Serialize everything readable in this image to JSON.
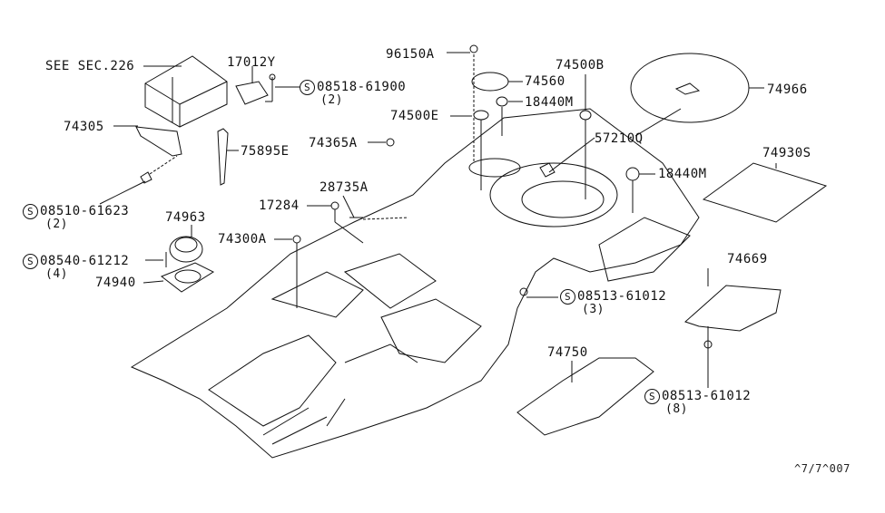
{
  "diagram": {
    "labels": {
      "see_sec": "SEE SEC.226",
      "p17012y": "17012Y",
      "p08518": "08518-61900",
      "p08518_qty": "(2)",
      "p74305": "74305",
      "p75895e": "75895E",
      "p74365a": "74365A",
      "p96150a": "96150A",
      "p74560": "74560",
      "p74500b": "74500B",
      "p18440m_a": "18440M",
      "p74500e": "74500E",
      "p74966": "74966",
      "p57210q": "57210Q",
      "p18440m_b": "18440M",
      "p74930s": "74930S",
      "p08510": "08510-61623",
      "p08510_qty": "(2)",
      "p74963": "74963",
      "p17284": "17284",
      "p28735a": "28735A",
      "p74300a": "74300A",
      "p08540": "08540-61212",
      "p08540_qty": "(4)",
      "p74940": "74940",
      "p74669": "74669",
      "p08513_a": "08513-61012",
      "p08513_a_qty": "(3)",
      "p74750": "74750",
      "p08513_b": "08513-61012",
      "p08513_b_qty": "(8)",
      "s_symbol": "S"
    },
    "diagram_code": "^7/7^007"
  }
}
